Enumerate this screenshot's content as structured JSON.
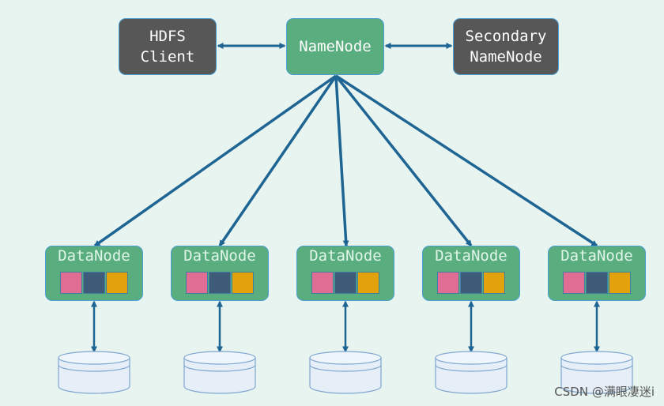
{
  "diagram": {
    "client": {
      "line1": "HDFS",
      "line2": "Client"
    },
    "namenode": {
      "label": "NameNode"
    },
    "secondary": {
      "line1": "Secondary",
      "line2": "NameNode"
    },
    "datanodes": [
      {
        "label": "DataNode"
      },
      {
        "label": "DataNode"
      },
      {
        "label": "DataNode"
      },
      {
        "label": "DataNode"
      },
      {
        "label": "DataNode"
      }
    ],
    "colors": {
      "background": "#e8f4f0",
      "node_green": "#5aad7e",
      "node_dark": "#575757",
      "arrow": "#1f6593",
      "block_pink": "#e06d93",
      "block_navy": "#3e5b7a",
      "block_orange": "#e3a20b",
      "disk_fill": "#e6eff8"
    }
  },
  "watermark": "CSDN @满眼凄迷i"
}
